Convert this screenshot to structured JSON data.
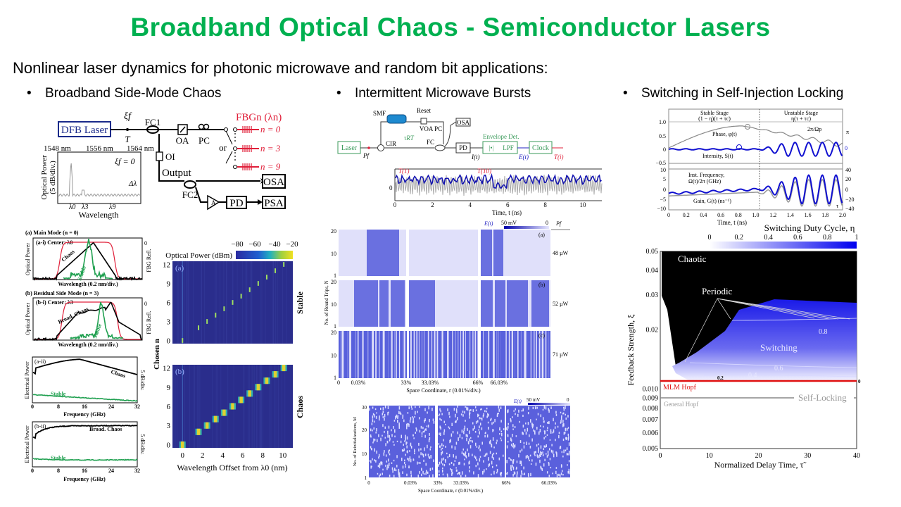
{
  "title": "Broadband Optical Chaos - Semiconductor Lasers",
  "subtitle": "Nonlinear laser dynamics for photonic microwave and random bit applications:",
  "bullets": [
    "Broadband Side-Mode Chaos",
    "Intermittent Microwave Bursts",
    "Switching in Self-Injection Locking"
  ],
  "bullet_symbol": "•",
  "colors": {
    "title": "#00b050",
    "fbg": "#e0203a",
    "laser_box": "#1a2a8a",
    "green_boxes": "#3a9a5a",
    "switching_blue": "#1010e0",
    "mlm_hopf": "#e01010"
  },
  "fig_setup_left": {
    "laser": "DFB Laser",
    "xi": "ξf",
    "T": "T",
    "fc1": "FC1",
    "oa": "OA",
    "pc": "PC",
    "oi": "OI",
    "output": "Output",
    "fc2": "FC2",
    "osa": "OSA",
    "amp": "A",
    "pd": "PD",
    "psa": "PSA",
    "fbg": "FBGn (λn)",
    "or": "or",
    "n": [
      "n = 0",
      "n = 3",
      "n = 9"
    ],
    "inset": {
      "ticks": [
        "1548 nm",
        "1556 nm",
        "1564 nm"
      ],
      "xi0": "ξf = 0",
      "dl": "Δλ",
      "lam": [
        "λ0",
        "λ3",
        "λ9"
      ],
      "xlabel": "Wavelength",
      "ylabel": [
        "Optical Power",
        "(5 dB/div.)"
      ]
    }
  },
  "fig_optical_spectra": {
    "a_title": "(a) Main Mode (n = 0)",
    "a_center": "(a-i) Center: λ0",
    "b_title": "(b) Residual Side Mode (n = 3)",
    "b_center": "(b-i) Center: λ3",
    "ylabel": "Optical Power",
    "y2label": "FBG Refl.",
    "zero": "0",
    "xlabel": "Wavelength (0.2 nm/div.)",
    "chaos": "Chaos",
    "stable": "Stable",
    "broad_chaos": "Broad. Chaos"
  },
  "fig_rf_spectra": {
    "a_label": "(a-ii)",
    "b_label": "(b-ii)",
    "ylabel": "Electrical Power",
    "y2label": "5 dB/div.",
    "xticks": [
      "0",
      "8",
      "16",
      "24",
      "32"
    ],
    "xlabel": "Frequency (GHz)",
    "chaos": "Chaos",
    "stable": "Stable",
    "broad_chaos": "Broad. Chaos"
  },
  "fig_wavelength_maps": {
    "colorbar_label": "Optical Power (dBm)",
    "colorbar_ticks": [
      "−80",
      "−60",
      "−40",
      "−20"
    ],
    "panel_a": "(a)",
    "panel_b": "(b)",
    "yticks": [
      "0",
      "3",
      "6",
      "9",
      "12"
    ],
    "xticks": [
      "0",
      "2",
      "4",
      "6",
      "8",
      "10"
    ],
    "xlabel": "Wavelength Offset from λ0 (nm)",
    "ylabel": "Chosen n",
    "side_a": "Stable",
    "side_b": "Chaos"
  },
  "fig_setup_middle": {
    "laser": "Laser",
    "pf": "Pf",
    "cir": "CIR",
    "smf": "SMF",
    "reset": "Reset",
    "voa_pc": "VOA PC",
    "osa": "OSA",
    "tau": "τRT",
    "fc": "FC",
    "pd": "PD",
    "it": "I(t)",
    "env": "Envelope Det.",
    "abs": "|•|",
    "lpf": "LPF",
    "et": "E(t)",
    "clock": "Clock",
    "ti": "T(i)",
    "trace": {
      "markers": [
        "T(1)",
        "T(10)"
      ],
      "ytick": "0",
      "xticks": [
        "0",
        "2",
        "4",
        "6",
        "8",
        "10"
      ],
      "xlabel": "Time, t (ns)"
    }
  },
  "fig_bursts": {
    "cb_label": "E(t)",
    "cb_max": "50 mV",
    "cb_min": "0",
    "pf": "Pf",
    "panels": [
      "(a)",
      "(b)",
      "(c)"
    ],
    "powers": [
      "48 µW",
      "52 µW",
      "71 µW"
    ],
    "yticks": [
      "1",
      "10",
      "20"
    ],
    "ylabel": "No. of Round Trips, N",
    "xticks": [
      "0",
      "0.03%",
      "33%",
      "33.03%",
      "66%",
      "66.03%"
    ],
    "xlabel": "Space Coordinate, r (0.01%/div.)"
  },
  "fig_random": {
    "cb_label": "E(t)",
    "cb_max": "50 mV",
    "cb_min": "0",
    "yticks": [
      "1",
      "10",
      "20",
      "30"
    ],
    "ylabel": "No. of Reinitializations, M",
    "xticks": [
      "0",
      "0.03%",
      "33%",
      "33.03%",
      "66%",
      "66.03%"
    ],
    "xlabel": "Space Coordinate, r (0.01%/div.)"
  },
  "fig_time_right": {
    "stable": "Stable Stage",
    "stable_dur": "(1 − η)(τ + τc)",
    "unstable": "Unstable Stage",
    "unstable_dur": "η(τ + τc)",
    "top_yticks": [
      "1.0",
      "0.5",
      "0",
      "−0.5"
    ],
    "bot_yticks": [
      "10",
      "5",
      "0",
      "−5",
      "−10"
    ],
    "right_yticks": [
      "40",
      "20",
      "0",
      "−20",
      "−40"
    ],
    "pi": "π",
    "right_zero": "0",
    "period": "2π/Ωp",
    "phase": "Phase, φ(t)",
    "intensity": "Intensity, S(t)",
    "freq1": "Inst. Frequency,",
    "freq2": "Ω(t)/2π (GHz)",
    "gain": "Gain, G(t) (ns⁻¹)",
    "tau": "τ",
    "xticks": [
      "0",
      "0.2",
      "0.4",
      "0.6",
      "0.8",
      "1.0",
      "1.2",
      "1.4",
      "1.6",
      "1.8",
      "2.0"
    ],
    "xlabel": "Time, t (ns)"
  },
  "fig_map_right": {
    "cb_title": "Switching Duty Cycle, η",
    "cb_ticks": [
      "0",
      "0.2",
      "0.4",
      "0.6",
      "0.8",
      "1"
    ],
    "yticks": [
      "0.05",
      "0.04",
      "0.03",
      "0.02",
      "0.010",
      "0.009",
      "0.008",
      "0.007",
      "0.006",
      "0.005"
    ],
    "y_log_scale": true,
    "ylim": [
      0.005,
      0.05
    ],
    "xlim": [
      0,
      40
    ],
    "xticks": [
      "0",
      "10",
      "20",
      "30",
      "40"
    ],
    "xlabel": "Normalized Delay Time, τ̃",
    "ylabel": "Feedback Strength, ξ",
    "chaotic": "Chaotic",
    "periodic": "Periodic",
    "switching": "Switching",
    "contours": [
      "0.8",
      "0.6",
      "0.4",
      "0.2",
      "0"
    ],
    "mlm_hopf": "MLM Hopf",
    "general_hopf": "General Hopf",
    "self_locking": "Self-Locking"
  }
}
